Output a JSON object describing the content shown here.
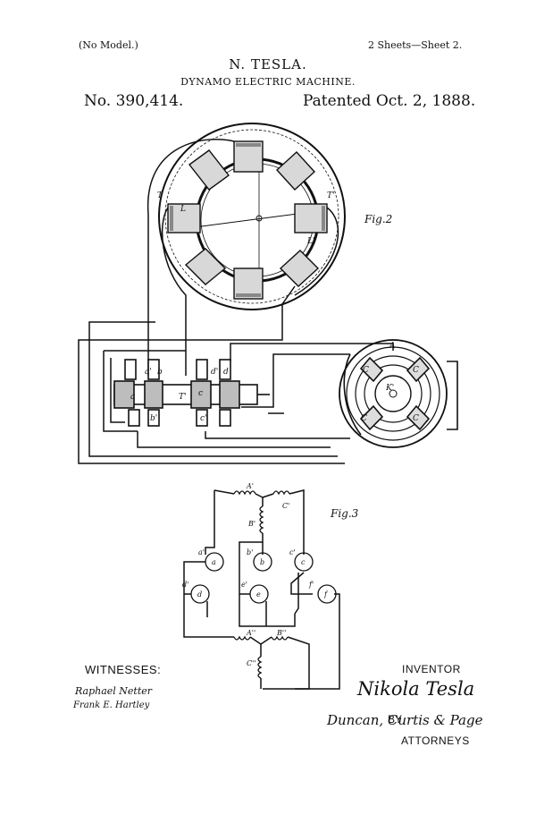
{
  "header": {
    "model_note": "(No Model.)",
    "sheets": "2 Sheets—Sheet 2.",
    "inventor_name": "N. TESLA.",
    "title": "DYNAMO ELECTRIC MACHINE.",
    "patent_number": "No. 390,414.",
    "patent_date": "Patented Oct. 2, 1888."
  },
  "figures": {
    "fig2_label": "Fig.2",
    "fig3_label": "Fig.3",
    "fig2_letters": {
      "T_left": "T",
      "T_right": "T'",
      "L_left": "L",
      "L_right": "L'",
      "A": "A",
      "a": "a",
      "b": "b",
      "c": "c",
      "d": "d",
      "a_prime": "a'",
      "b_prime": "b'",
      "c_prime": "c'",
      "d_prime": "d'",
      "T_shaft": "T'",
      "C_top_left": "C",
      "C_top_right": "C",
      "C_bottom_left": "C",
      "C_bottom_right": "C",
      "K": "K'"
    },
    "fig3_letters": {
      "A_prime": "A'",
      "C_prime": "C'",
      "B_prime": "B'",
      "a": "a",
      "b": "b",
      "c": "c",
      "d": "d",
      "e": "e",
      "f": "f",
      "a_prime": "a'",
      "b_prime": "b'",
      "c_prime": "c'",
      "d_prime": "d'",
      "e_prime": "e'",
      "f_prime": "f'",
      "A_dbl": "A''",
      "B_dbl": "B''",
      "C_dbl": "C''"
    }
  },
  "footer": {
    "witnesses_label": "WITNESSES:",
    "witness_1": "Raphael Netter",
    "witness_2": "Frank E. Hartley",
    "inventor_label": "INVENTOR",
    "inventor_signature": "Nikola Tesla",
    "by_label": "BY",
    "attorneys_signature": "Duncan, Curtis & Page",
    "attorneys_label": "ATTORNEYS"
  }
}
